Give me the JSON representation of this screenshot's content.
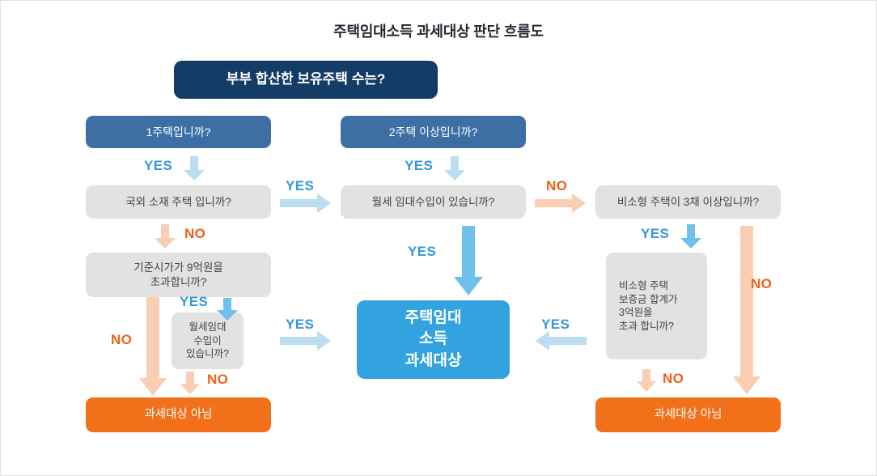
{
  "title": "주택임대소득 과세대상 판단 흐름도",
  "colors": {
    "navy": "#133C66",
    "blue": "#3D6FA5",
    "gray": "#E2E2E2",
    "cyan": "#32A3DF",
    "orange": "#F2701A",
    "yes_label": "#3498DB",
    "no_label": "#F2601A",
    "yes_arrow": "#BBDDF2",
    "no_arrow": "#F9CEB2"
  },
  "nodes": {
    "root": "부부 합산한 보유주택 수는?",
    "one_house": "1주택입니까?",
    "two_plus_house": "2주택 이상입니까?",
    "overseas": "국외 소재 주택 입니까?",
    "monthly_rent_center": "월세 임대수입이 있습니까?",
    "non_small_3": "비소형 주택이 3채 이상입니까?",
    "price_over_9": "기준시가가 9억원을\n초과합니까?",
    "monthly_rent_small": "월세임대\n수입이\n있습니까?",
    "deposit_over_3": "비소형 주택\n보증금 합계가\n3억원을\n초과 합니까?",
    "taxable": "주택임대\n소득\n과세대상",
    "not_taxable_left": "과세대상 아님",
    "not_taxable_right": "과세대상 아님"
  },
  "edges": {
    "yes_1": "YES",
    "yes_2": "YES",
    "yes_3": "YES",
    "yes_4": "YES",
    "yes_5": "YES",
    "yes_6": "YES",
    "yes_7": "YES",
    "no_1": "NO",
    "no_2": "NO",
    "no_3": "NO",
    "no_4": "NO",
    "no_5": "NO",
    "no_6": "NO"
  }
}
